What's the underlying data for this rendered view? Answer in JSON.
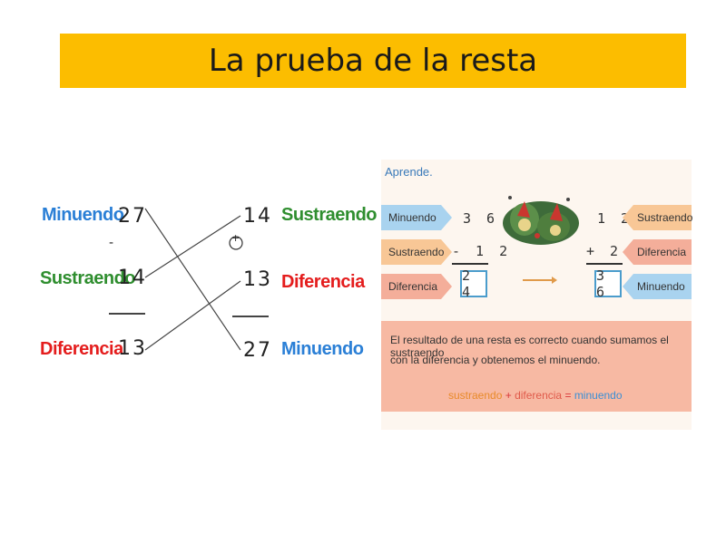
{
  "title": "La prueba de la resta",
  "left_diagram": {
    "labels_left": {
      "minuendo": "Minuendo",
      "sustraendo": "Sustraendo",
      "diferencia": "Diferencia"
    },
    "numbers_left": [
      "27",
      "14",
      "13"
    ],
    "minus_sign": "-",
    "plus_sign": "+",
    "numbers_right": [
      "14",
      "13",
      "27"
    ],
    "labels_right": {
      "sustraendo": "Sustraendo",
      "diferencia": "Diferencia",
      "minuendo": "Minuendo"
    },
    "colors": {
      "minuendo": "#2a7fd6",
      "sustraendo": "#2f8e2f",
      "diferencia": "#e41d1d"
    }
  },
  "aprende_panel": {
    "heading": "Aprende.",
    "left_tags": [
      "Minuendo",
      "Sustraendo",
      "Diferencia"
    ],
    "left_numbers": [
      "3 6",
      "- 1 2",
      "2 4"
    ],
    "right_numbers": [
      "1 2",
      "+ 2 4",
      "3 6"
    ],
    "right_tags": [
      "Sustraendo",
      "Diferencia",
      "Minuendo"
    ],
    "explanation_line1": "El resultado de una resta es correcto cuando sumamos el sustraendo",
    "explanation_line2": "con la diferencia y obtenemos el minuendo.",
    "formula": {
      "sustraendo": "sustraendo",
      "plus": "+",
      "diferencia": "diferencia",
      "equals": "=",
      "minuendo": "minuendo"
    },
    "illustration_icon": "space-fruit-illustration-icon",
    "tag_colors": {
      "minuendo": "#9cc9ea",
      "sustraendo": "#f7c38f",
      "diferencia": "#f2a892"
    }
  }
}
